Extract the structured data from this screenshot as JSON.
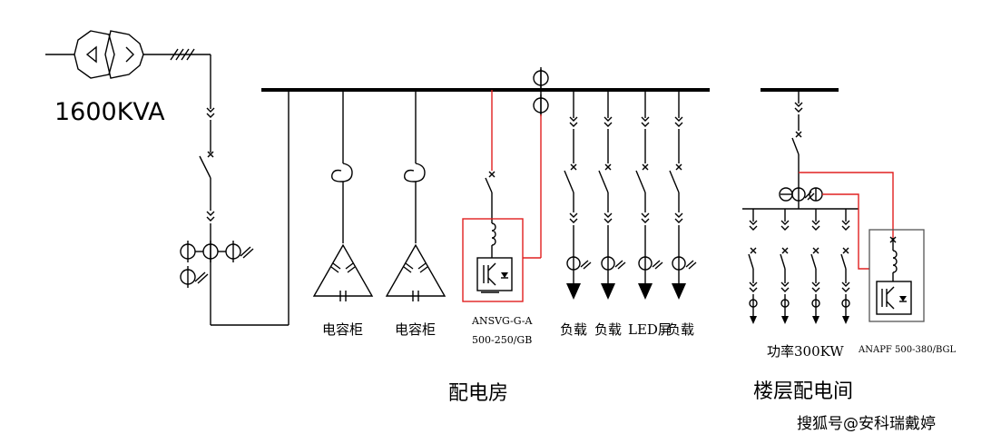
{
  "transformer_rating": "1600KVA",
  "labels": {
    "cap_cabinet_1": "电容柜",
    "cap_cabinet_2": "电容柜",
    "ansvg_line1": "ANSVG-G-A",
    "ansvg_line2": "500-250/GB",
    "load_1": "负载",
    "load_2": "负载",
    "led_screen": "LED屏",
    "load_3": "负载",
    "floor_power": "功率300KW",
    "anapf_model": "ANAPF 500-380/BGL"
  },
  "rooms": {
    "distribution_room": "配电房",
    "floor_room": "楼层配电间"
  },
  "watermark": "搜狐号@安科瑞戴婷",
  "colors": {
    "line": "#000000",
    "filter_link": "#e02020"
  }
}
